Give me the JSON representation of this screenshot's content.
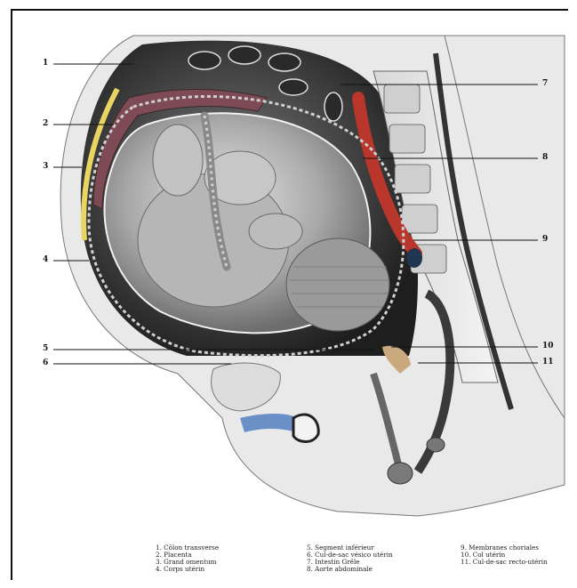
{
  "callouts": {
    "n1": "1",
    "n2": "2",
    "n3": "3",
    "n4": "4",
    "n5": "5",
    "n6": "6",
    "n7": "7",
    "n8": "8",
    "n9": "9",
    "n10": "10",
    "n11": "11"
  },
  "legend": {
    "col1": [
      "1. Côlon transverse",
      "2. Placenta",
      "3. Grand omentum",
      "4. Corps utérin"
    ],
    "col2": [
      "5. Segment inférieur",
      "6. Cul-de-sac vésico utérin",
      "7. Intestin Grêle",
      "8. Aorte abdominale"
    ],
    "col3": [
      "9. Membranes choriales",
      "10. Col utérin",
      "11. Cul-de-sac recto-utérin"
    ]
  }
}
